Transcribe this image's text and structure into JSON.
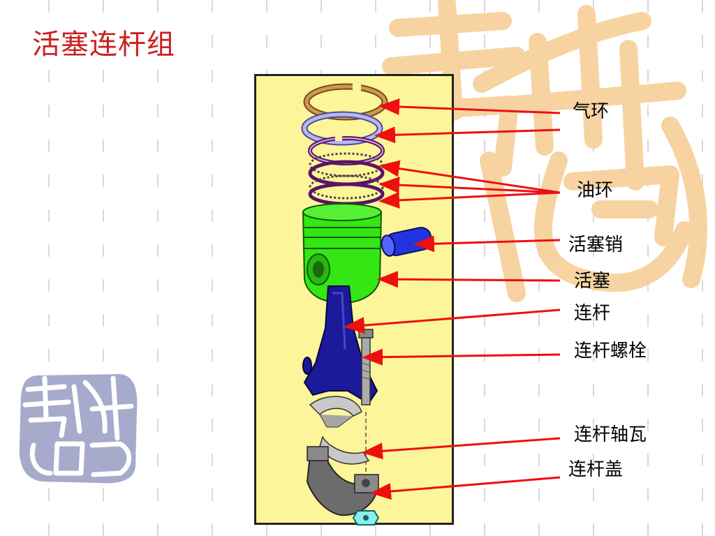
{
  "slide": {
    "title": "活塞连杆组"
  },
  "colors": {
    "title": "#cc1f1f",
    "arrow": "#ee0f0f",
    "panel": "#fdf59a",
    "piston": "#33e614",
    "rod": "#1a1a9a",
    "pin": "#2233dd",
    "watermark": "#f7cf98",
    "seal": "#a6aacb"
  },
  "labels": {
    "compression_ring": "气环",
    "oil_ring": "油环",
    "piston_pin": "活塞销",
    "piston": "活塞",
    "connecting_rod": "连杆",
    "rod_bolt": "连杆螺栓",
    "rod_bearing": "连杆轴瓦",
    "rod_cap": "连杆盖"
  },
  "decor": {
    "watermark_glyphs": "吉祥",
    "seal_glyphs": "吉祥如意"
  }
}
